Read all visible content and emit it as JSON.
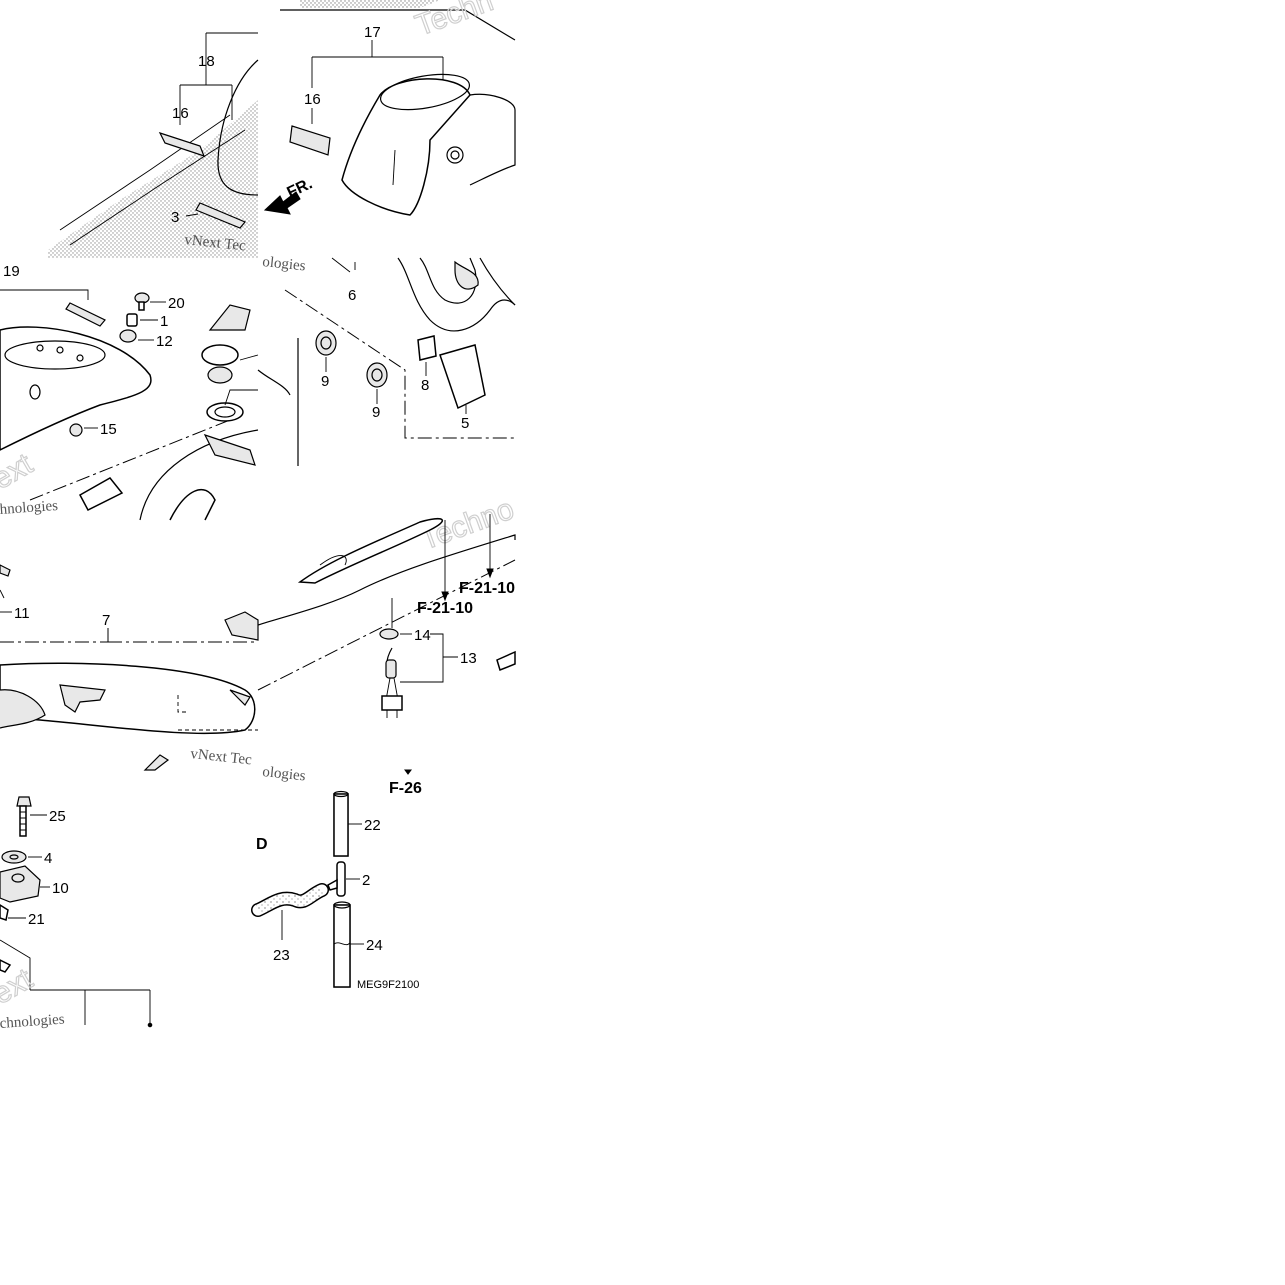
{
  "diagram": {
    "drawing_code": "MEG9F2100",
    "front_indicator": "FR.",
    "callouts": {
      "c1": "1",
      "c2": "2",
      "c3": "3",
      "c4": "4",
      "c5": "5",
      "c6": "6",
      "c7": "7",
      "c8": "8",
      "c9a": "9",
      "c9b": "9",
      "c10": "10",
      "c11": "11",
      "c12": "12",
      "c13": "13",
      "c14": "14",
      "c15": "15",
      "c16a": "16",
      "c16b": "16",
      "c17": "17",
      "c18": "18",
      "c19": "19",
      "c20": "20",
      "c21": "21",
      "c22": "22",
      "c23": "23",
      "c24": "24",
      "c25": "25"
    },
    "references": {
      "ref_f2110_a": "F-21-10",
      "ref_f2110_b": "F-21-10",
      "ref_f26": "F-26"
    },
    "partial_marks": {
      "edge_d": "D"
    },
    "watermarks": {
      "wm1": "vNext Tec",
      "wm2": "ologies",
      "wm3": "Techn",
      "wm4": "ext",
      "wm5": "hnologies",
      "wm6": "Techno",
      "wm7": "vNext Tec",
      "wm8": "ologies",
      "wm9": "ext",
      "wm10": "chnologies"
    }
  }
}
